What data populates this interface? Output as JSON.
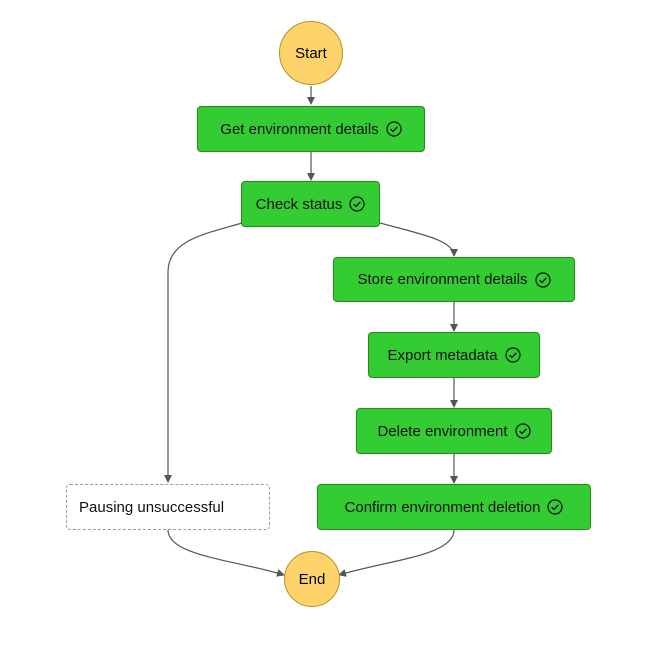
{
  "diagram": {
    "colors": {
      "success_fill": "#33cc33",
      "terminal_fill": "#ffd36b",
      "pending_fill": "#ffffff",
      "edge": "#555555"
    },
    "start": {
      "label": "Start"
    },
    "end": {
      "label": "End"
    },
    "states": [
      {
        "id": "get-env",
        "label": "Get environment details",
        "status": "succeeded",
        "icon": "check-circle-icon"
      },
      {
        "id": "check-status",
        "label": "Check status",
        "status": "succeeded",
        "icon": "check-circle-icon"
      },
      {
        "id": "store-env",
        "label": "Store environment details",
        "status": "succeeded",
        "icon": "check-circle-icon"
      },
      {
        "id": "export-metadata",
        "label": "Export metadata",
        "status": "succeeded",
        "icon": "check-circle-icon"
      },
      {
        "id": "delete-env",
        "label": "Delete environment",
        "status": "succeeded",
        "icon": "check-circle-icon"
      },
      {
        "id": "confirm-deletion",
        "label": "Confirm environment deletion",
        "status": "succeeded",
        "icon": "check-circle-icon"
      },
      {
        "id": "pausing-unsuccessful",
        "label": "Pausing unsuccessful",
        "status": "not-run",
        "icon": ""
      }
    ]
  }
}
